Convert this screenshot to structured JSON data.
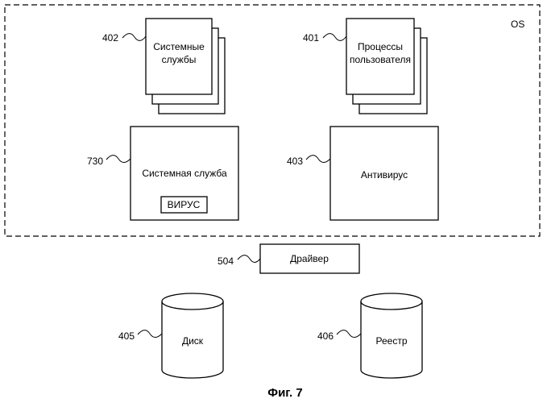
{
  "os_label": "OS",
  "nodes": {
    "system_services": {
      "ref": "402",
      "line1": "Системные",
      "line2": "службы"
    },
    "user_processes": {
      "ref": "401",
      "line1": "Процессы",
      "line2": "пользователя"
    },
    "system_service": {
      "ref": "730",
      "label": "Системная служба",
      "virus": "ВИРУС"
    },
    "antivirus": {
      "ref": "403",
      "label": "Антивирус"
    },
    "driver": {
      "ref": "504",
      "label": "Драйвер"
    },
    "disk": {
      "ref": "405",
      "label": "Диск"
    },
    "registry": {
      "ref": "406",
      "label": "Реестр"
    }
  },
  "caption": "Фиг. 7"
}
